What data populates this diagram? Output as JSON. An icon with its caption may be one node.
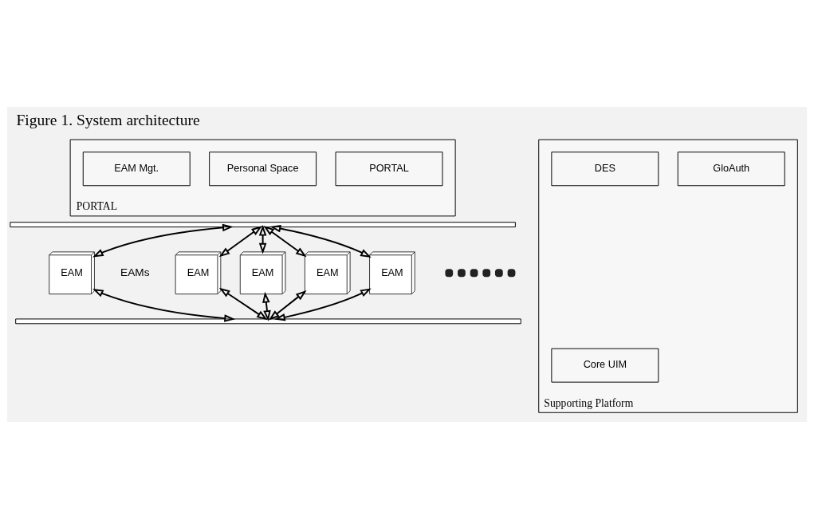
{
  "diagram": {
    "title": "Figure 1. System architecture",
    "nodes": [
      {
        "text": [
          "PORTAL"
        ]
      },
      {
        "text": [
          "PORTAL"
        ],
        "in": 0
      },
      {
        "text": [
          "Personal Space"
        ],
        "in": 0
      },
      {
        "text": [
          "EAM Mgt."
        ],
        "in": 0
      },
      {
        "text": [],
        "shape": "bar"
      },
      {
        "text": [
          "EAM"
        ]
      },
      {
        "text": [
          "EAM"
        ]
      },
      {
        "text": [
          "EAM"
        ]
      },
      {
        "text": [
          "EAM"
        ]
      },
      {
        "text": [
          "EAM"
        ]
      },
      {
        "text": [],
        "shape": "dots"
      },
      {
        "text": [],
        "shape": "bar"
      },
      {
        "text": [
          "Supporting Platform"
        ]
      },
      {
        "text": [
          "GloAuth"
        ],
        "in": 12
      },
      {
        "text": [
          "Core UIM"
        ],
        "in": 12
      },
      {
        "text": [
          "DES"
        ],
        "in": 12
      }
    ],
    "edges": [
      {
        "from": 4,
        "to": 5,
        "arrow": "both"
      },
      {
        "from": 4,
        "to": 6,
        "arrow": "both"
      },
      {
        "from": 4,
        "to": 7,
        "arrow": "both"
      },
      {
        "from": 4,
        "to": 8,
        "arrow": "both"
      },
      {
        "from": 4,
        "to": 9,
        "arrow": "both"
      },
      {
        "from": 5,
        "to": 11,
        "arrow": "both"
      },
      {
        "from": 6,
        "to": 11,
        "arrow": "both"
      },
      {
        "from": 7,
        "to": 11,
        "arrow": "both"
      },
      {
        "from": 8,
        "to": 11,
        "arrow": "both"
      },
      {
        "from": 9,
        "to": 11,
        "arrow": "both"
      }
    ],
    "labels": [
      "EAMs"
    ]
  }
}
